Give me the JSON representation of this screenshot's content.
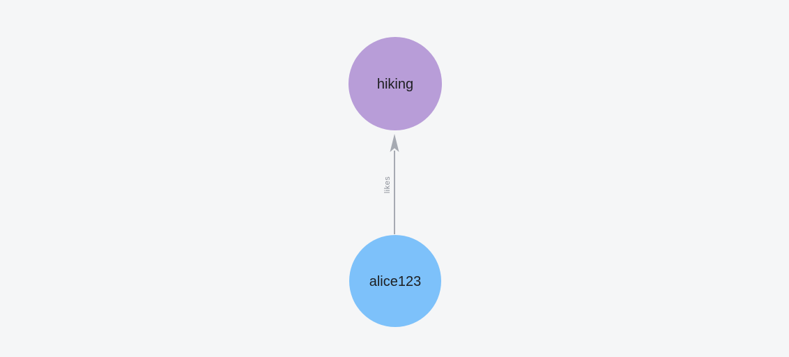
{
  "graph": {
    "nodes": [
      {
        "id": "hiking",
        "label": "hiking",
        "color": "#b89dd8",
        "type": "interest"
      },
      {
        "id": "alice123",
        "label": "alice123",
        "color": "#7dc1fa",
        "type": "user"
      }
    ],
    "edges": [
      {
        "from": "alice123",
        "to": "hiking",
        "label": "likes"
      }
    ]
  },
  "colors": {
    "background": "#f5f6f7",
    "interest_node_fill": "#b89dd8",
    "user_node_fill": "#7dc1fa",
    "edge_stroke": "#a6aab2",
    "node_text": "#1d1e20",
    "edge_text": "#8d919a"
  }
}
